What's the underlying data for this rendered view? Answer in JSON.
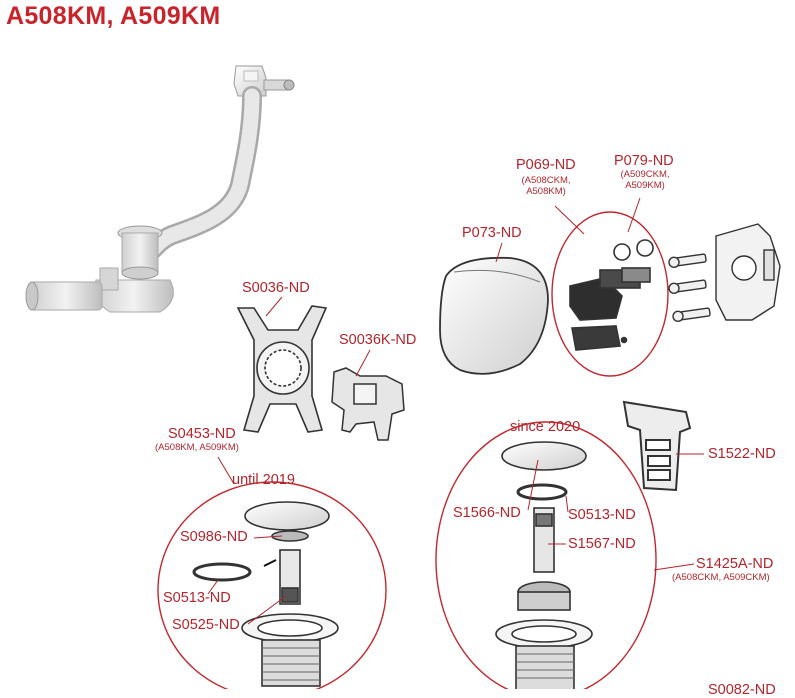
{
  "page": {
    "title": "A508KM, A509KM"
  },
  "colors": {
    "label": "#b0262c",
    "title": "#c8242b",
    "part_outline": "#333333",
    "part_fill": "#dcdcdc",
    "pipe_fill": "#e6e6e6"
  },
  "labels": {
    "p069": "P069-ND",
    "p069_note": "(A508CKM,\nA508KM)",
    "p079": "P079-ND",
    "p079_note": "(A509CKM,\nA509KM)",
    "p073": "P073-ND",
    "s0036": "S0036-ND",
    "s0036k": "S0036K-ND",
    "s0453": "S0453-ND",
    "s0453_note": "(A508KM, A509KM)",
    "until_2019": "until 2019",
    "since_2020": "since 2020",
    "s0986": "S0986-ND",
    "s0513_left": "S0513-ND",
    "s0525": "S0525-ND",
    "s1566": "S1566-ND",
    "s0513_right": "S0513-ND",
    "s1567": "S1567-ND",
    "s1522": "S1522-ND",
    "s1425a": "S1425A-ND",
    "s1425a_note": "(A508CKM, A509CKM)",
    "s0082_partial": "S0082-ND"
  },
  "icons": {
    "bath_waste_overflow": "bath-waste-overflow-assembly-image",
    "mounting_bracket": "mounting-bracket-icon",
    "mounting_bracket_k": "mounting-bracket-k-icon",
    "overflow_cover": "overflow-cover-icon",
    "valve_set": "valve-set-icon",
    "screws_panel": "screws-panel-icon",
    "seal_frame": "seal-frame-icon",
    "click_clack_waste_old": "click-clack-waste-old-icon",
    "click_clack_waste_new": "click-clack-waste-new-icon"
  }
}
